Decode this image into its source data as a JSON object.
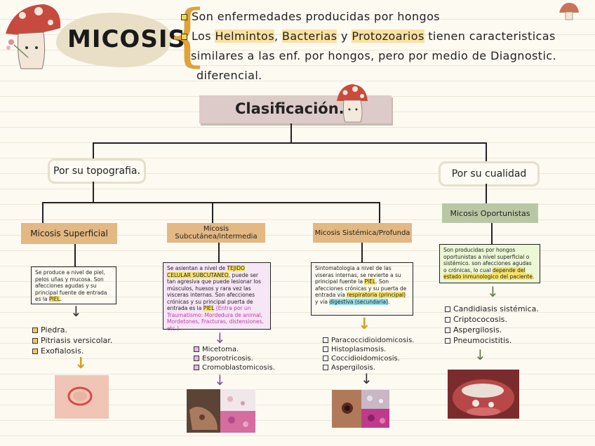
{
  "title": "MICOSIS",
  "intro": {
    "line1": "Son enfermedades producidas por hongos",
    "line2_a": "Los",
    "line2_hl1": "Helmintos",
    "line2_sep1": ",",
    "line2_hl2": "Bacterias",
    "line2_y": "y",
    "line2_hl3": "Protozoarios",
    "line2_b": "tienen caracteristicas",
    "line3": "similares a las enf. por hongos, pero por medio de Diagnostic.",
    "line4": "diferencial."
  },
  "classification_title": "Clasificación.",
  "branches": {
    "topografia": "Por su topografia.",
    "cualidad": "Por su cualidad"
  },
  "categories": {
    "superficial": {
      "label": "Micosis Superficial",
      "color": "#e3b882",
      "description_a": "Se produce a nivel de piel, pelos uñas y mucosa. Son afecciones agudas y su principal fuente de entrada es la",
      "description_hl": "PIEL",
      "description_end": ".",
      "bullets": [
        "Piedra.",
        "Pitriasis versicolar.",
        "Exofialosis."
      ]
    },
    "subcutanea": {
      "label": "Micosis Subcutánea/intermedia",
      "color": "#e3b882",
      "desc_bg": "#f6e6f6",
      "description_a": "Se asientan a nivel de",
      "description_hl1": "TEJIDO CELULAR SUBCUTANEO",
      "description_b": ", puede ser tan agresiva que puede lesionar los músculos, huesos y rara vez las visceras internas. Son afecciones crónicas y su principal puerta de entrada es la",
      "description_hl2": "PIEL",
      "description_note": "(Entra por un Traumatismo: Mordedura de animal, Mordetones, Fracturas, distensiones, etc.).",
      "bullets": [
        "Micetoma.",
        "Esporotricosis.",
        "Cromoblastomicosis."
      ]
    },
    "sistemica": {
      "label": "Micosis Sistémica/Profunda",
      "color": "#e3b882",
      "description_a": "Sintomatologia a nivel de las viseras internas, se revierte a su principal fuente la",
      "description_hl1": "PIEL",
      "description_b": ". Son afecciones crónicas y su puerta de entrada vía",
      "description_hl2": "respiratoria (principal)",
      "description_c": "y vía",
      "description_hl3": "digestiva (secundaria)",
      "description_end": ".",
      "bullets": [
        "Paracoccidioidomicosis.",
        "Histoplasmosis.",
        "Coccidioidomicosis.",
        "Aspergilosis."
      ]
    },
    "oportunistas": {
      "label": "Micosis Oportunistas",
      "color": "#b9c8a4",
      "description_a": "Son producidas por hongos oportunistas a nivel superficial o sistémico. son afecciones agudas o crónicas, lo cual",
      "description_hl": "depende del estado inmunologico del paciente",
      "description_end": ".",
      "bullets": [
        "Candidiasis sistémica.",
        "Criptococosis.",
        "Aspergilosis.",
        "Pneumocistitis."
      ]
    }
  }
}
